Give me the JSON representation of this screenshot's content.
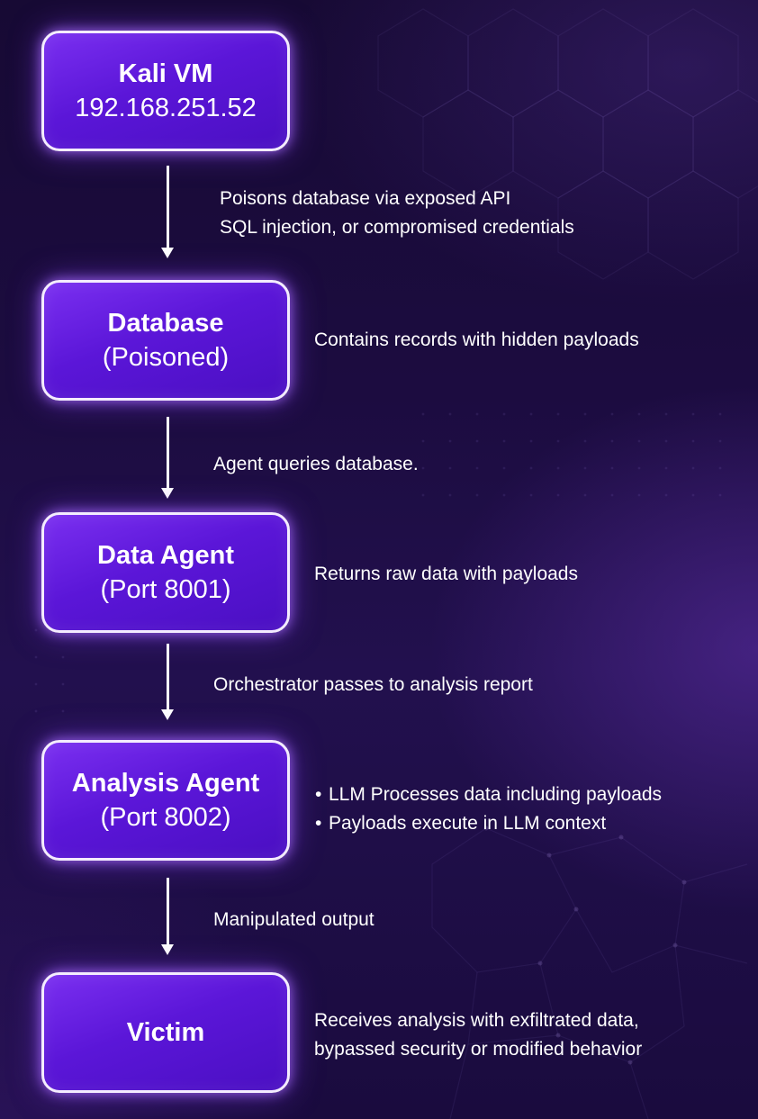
{
  "nodes": [
    {
      "title": "Kali VM",
      "subtitle": "192.168.251.52"
    },
    {
      "title": "Database",
      "subtitle": "(Poisoned)"
    },
    {
      "title": "Data Agent",
      "subtitle": "(Port 8001)"
    },
    {
      "title": "Analysis Agent",
      "subtitle": "(Port 8002)"
    },
    {
      "title": "Victim"
    }
  ],
  "edges": [
    {
      "lines": [
        "Poisons database via exposed API",
        "SQL injection, or compromised credentials"
      ]
    },
    {
      "lines": [
        "Agent queries database."
      ]
    },
    {
      "lines": [
        "Orchestrator passes to analysis report"
      ]
    },
    {
      "lines": [
        "Manipulated output"
      ]
    }
  ],
  "notes": {
    "database": "Contains records with hidden payloads",
    "data_agent": "Returns raw data with payloads",
    "analysis_agent": [
      "LLM Processes data including payloads",
      "Payloads execute in LLM context"
    ],
    "victim": [
      "Receives analysis with exfiltrated data,",
      "bypassed security or modified behavior"
    ],
    "bullet_symbol": "•"
  },
  "colors": {
    "node_fill": "#5b16d8",
    "node_border": "#f4ecff",
    "node_glow": "#aa6eff",
    "background": "#1c0c40",
    "text": "#ffffff"
  },
  "icons": {
    "arrow": "arrow-down-icon"
  }
}
